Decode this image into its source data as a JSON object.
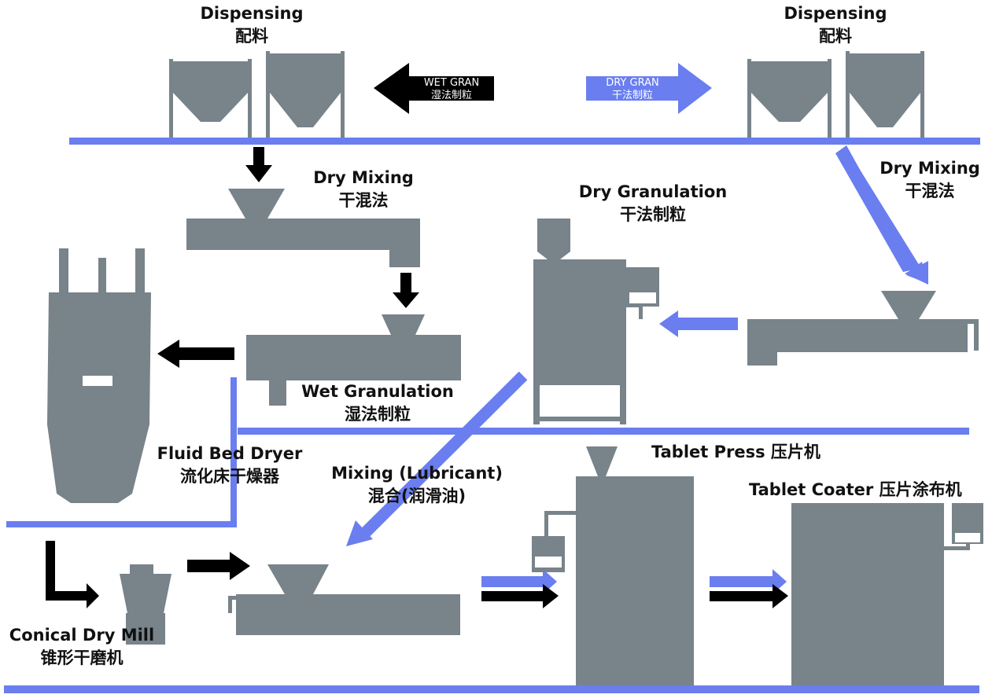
{
  "colors": {
    "machine": "#78838a",
    "flow_blue": "#6a7ef0",
    "flow_black": "#000000",
    "text": "#111111",
    "background": "#ffffff"
  },
  "labels": {
    "dispensing_left": {
      "en": "Dispensing",
      "zh": "配料"
    },
    "dispensing_right": {
      "en": "Dispensing",
      "zh": "配料"
    },
    "wet_gran_arrow": {
      "en": "WET GRAN",
      "zh": "湿法制粒"
    },
    "dry_gran_arrow": {
      "en": "DRY GRAN",
      "zh": "干法制粒"
    },
    "dry_mixing_left": {
      "en": "Dry Mixing",
      "zh": "干混法"
    },
    "dry_mixing_right": {
      "en": "Dry Mixing",
      "zh": "干混法"
    },
    "dry_granulation": {
      "en": "Dry Granulation",
      "zh": "干法制粒"
    },
    "wet_granulation": {
      "en": "Wet Granulation",
      "zh": "湿法制粒"
    },
    "fluid_bed_dryer": {
      "en": "Fluid Bed Dryer",
      "zh": "流化床干燥器"
    },
    "mixing_lubricant": {
      "en": "Mixing (Lubricant)",
      "zh": "混合(润滑油)"
    },
    "tablet_press": {
      "text": "Tablet Press 压片机"
    },
    "tablet_coater": {
      "text": "Tablet Coater 压片涂布机"
    },
    "conical_dry_mill": {
      "en": "Conical Dry Mill",
      "zh": "锥形干磨机"
    }
  }
}
